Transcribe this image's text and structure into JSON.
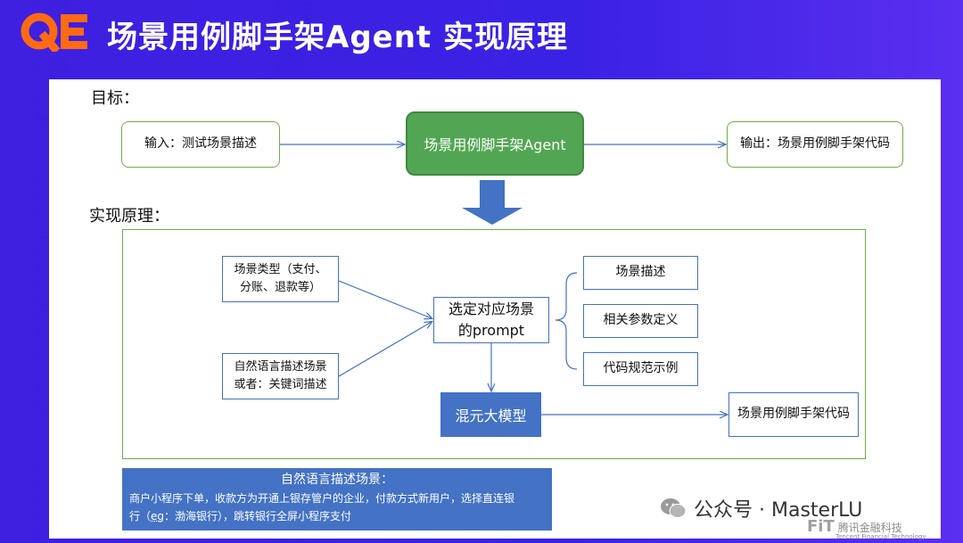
{
  "header": {
    "logo_text": "QE",
    "title": "场景用例脚手架Agent 实现原理"
  },
  "goal": {
    "label": "目标：",
    "input": "输入：测试场景描述",
    "agent": "场景用例脚手架Agent",
    "output": "输出：场景用例脚手架代码"
  },
  "principle": {
    "label": "实现原理：",
    "scene_type": [
      "场景类型（支付、",
      "分账、退款等）"
    ],
    "nl_input": [
      "自然语言描述场景",
      "或者：关键词描述"
    ],
    "select_prompt": [
      "选定对应场景",
      "的prompt"
    ],
    "prompt_parts": [
      "场景描述",
      "相关参数定义",
      "代码规范示例"
    ],
    "model": "混元大模型",
    "result": "场景用例脚手架代码"
  },
  "natural_language": {
    "title": "自然语言描述场景：",
    "line1": "商户小程序下单，收款方为开通上银存管户的企业，付款方式新用户，选择直连银",
    "line2_prefix": "行（",
    "line2_eg": "eg",
    "line2_rest": "：渤海银行），跳转银行全屏小程序支付"
  },
  "watermark": {
    "text": "公众号 · MasterLU",
    "fit_brand": "FiT",
    "fit_name": "腾讯金融科技",
    "fit_sub": "Tencent Financial Technology"
  },
  "colors": {
    "background": "#3f1fe0",
    "logo": "#ff6a13",
    "green": "#52a653",
    "green_border": "#70ad47",
    "blue": "#4472c4"
  }
}
